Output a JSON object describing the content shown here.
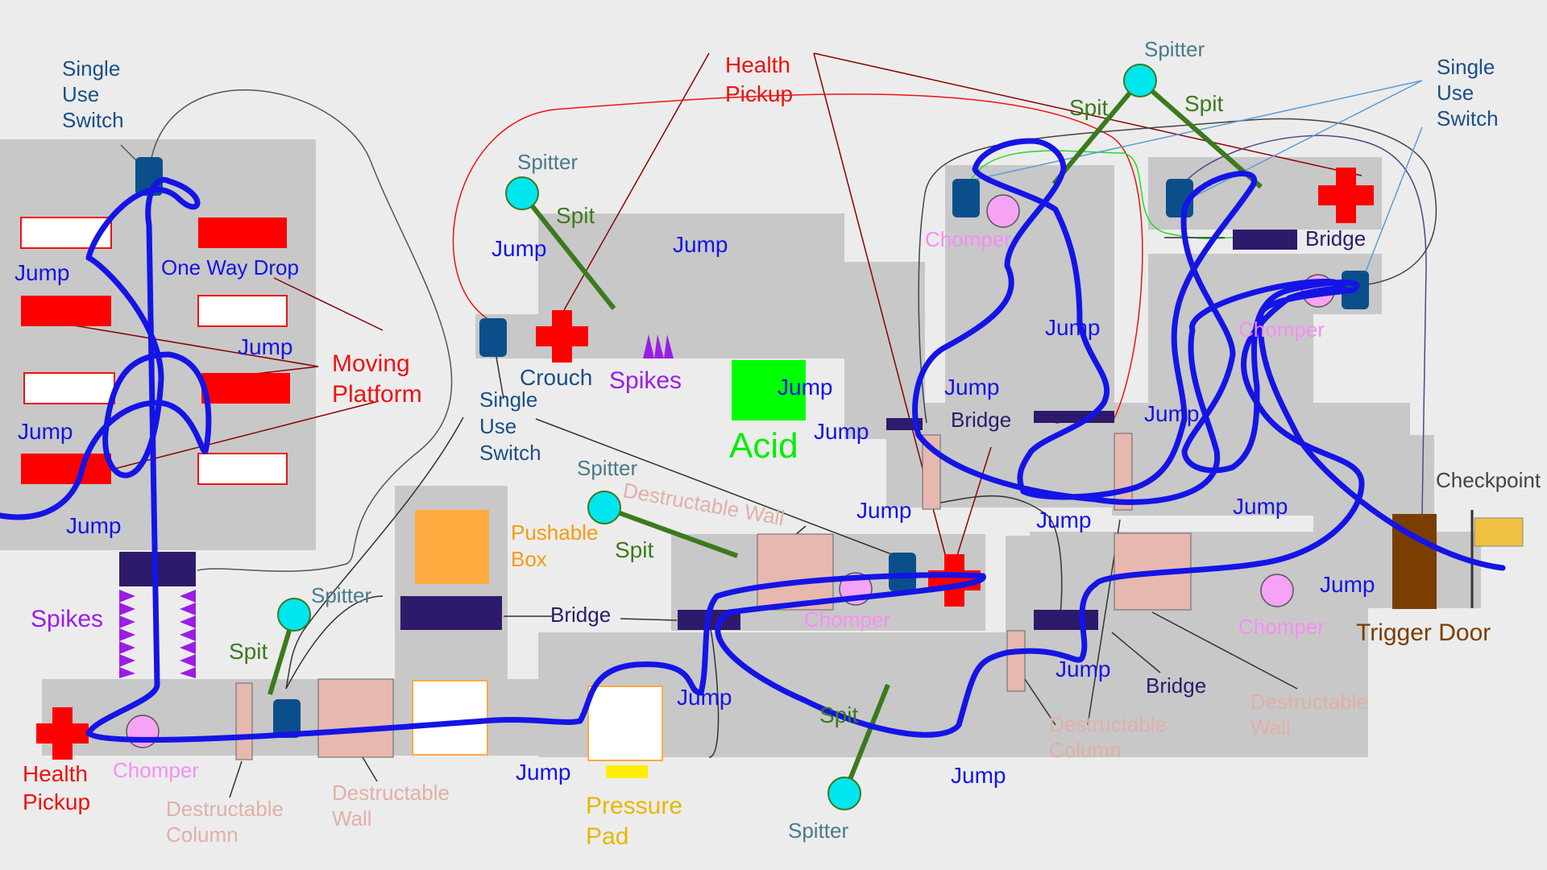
{
  "labels": {
    "single_use_switch": [
      "Single",
      "Use",
      "Switch"
    ],
    "jump": "Jump",
    "one_way_drop": "One Way Drop",
    "moving_platform": [
      "Moving",
      "Platform"
    ],
    "spikes": "Spikes",
    "health_pickup": [
      "Health",
      "Pickup"
    ],
    "chomper": "Chomper",
    "destructable_column": [
      "Destructable",
      "Column"
    ],
    "destructable_wall": [
      "Destructable",
      "Wall"
    ],
    "destructable_wall_inline": "Destructable Wall",
    "spitter": "Spitter",
    "spit": "Spit",
    "crouch": "Crouch",
    "acid": "Acid",
    "pushable_box": [
      "Pushable",
      "Box"
    ],
    "bridge": "Bridge",
    "pressure_pad": [
      "Pressure",
      "Pad"
    ],
    "checkpoint": "Checkpoint",
    "trigger_door": "Trigger Door"
  },
  "colors": {
    "background": "#ececec",
    "room": "#c8c8c8",
    "player_path": "#1414e6",
    "health": "#ff0000",
    "switch": "#0a4f8c",
    "bridge": "#2e1a6b",
    "spikes": "#9b1de6",
    "acid": "#00ff00",
    "spitter": "#00e6ee",
    "spit": "#3c7a1e",
    "chomper": "#f6a3f6",
    "destructable": "#e6b8b0",
    "pushable_box": "#ffab40",
    "pressure_pad": "#ffee00",
    "trigger_door": "#7a3e00",
    "checkpoint_flag": "#f0c040",
    "label_switch": "#1a4f86",
    "label_spitter": "#4a7a8a",
    "label_chomper": "#f58ef5",
    "label_destructable": "#e0b0a8",
    "label_pushable": "#f39c12",
    "label_pressure": "#e6b800",
    "label_checkpoint": "#444444",
    "label_trigger": "#7a3e00"
  }
}
